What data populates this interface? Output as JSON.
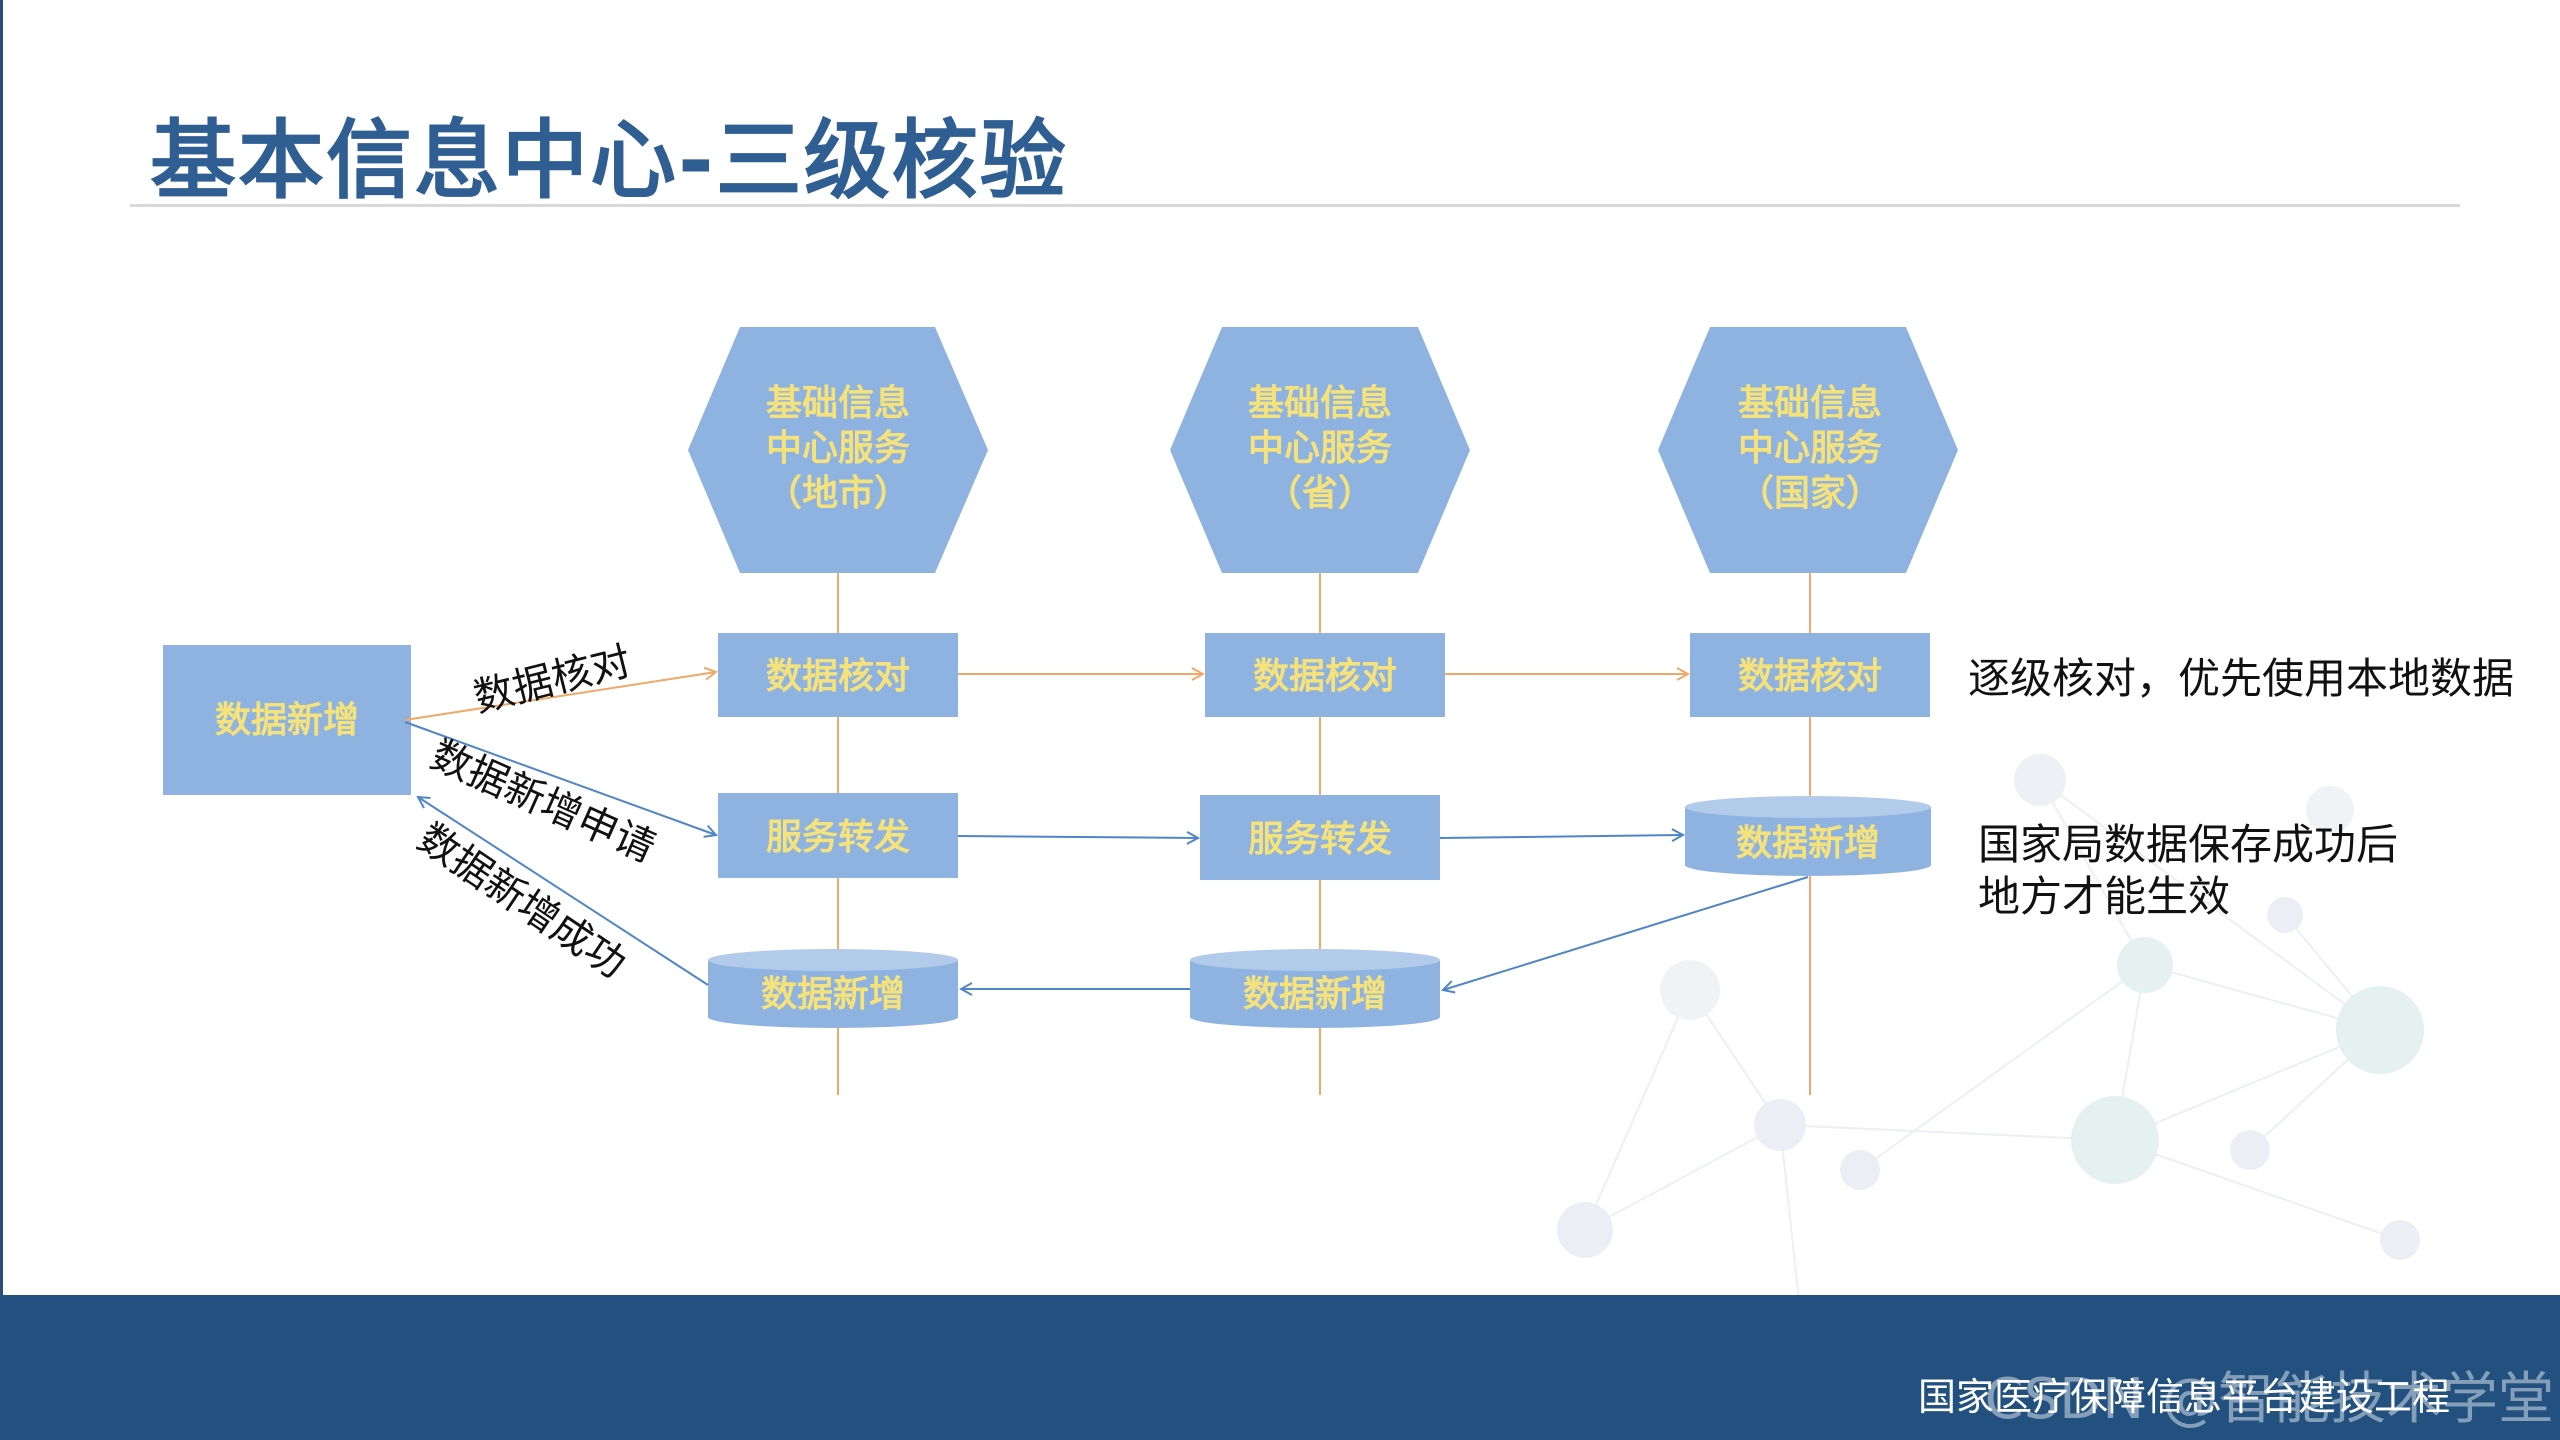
{
  "title": "基本信息中心-三级核验",
  "footer": {
    "org": "国家医疗保障信息平台建设工程",
    "watermark": "CSDN @智能技术学堂"
  },
  "hexagons": [
    {
      "lines": [
        "基础信息",
        "中心服务",
        "（地市）"
      ]
    },
    {
      "lines": [
        "基础信息",
        "中心服务",
        "（省）"
      ]
    },
    {
      "lines": [
        "基础信息",
        "中心服务",
        "（国家）"
      ]
    }
  ],
  "start_node": "数据新增",
  "nodes": {
    "verify": "数据核对",
    "forward": "服务转发",
    "add": "数据新增"
  },
  "edge_labels": {
    "verify": "数据核对",
    "add_request": "数据新增申请",
    "add_success": "数据新增成功"
  },
  "notes": {
    "verify": "逐级核对，优先使用本地数据",
    "save_line1": "国家局数据保存成功后",
    "save_line2": "地方才能生效"
  },
  "colors": {
    "node_fill": "#8fb3e0",
    "node_text": "#f6e27a",
    "orange_line": "#f0a868",
    "blue_line": "#4f86c6",
    "footer": "#22517f",
    "title": "#2f5e93"
  }
}
